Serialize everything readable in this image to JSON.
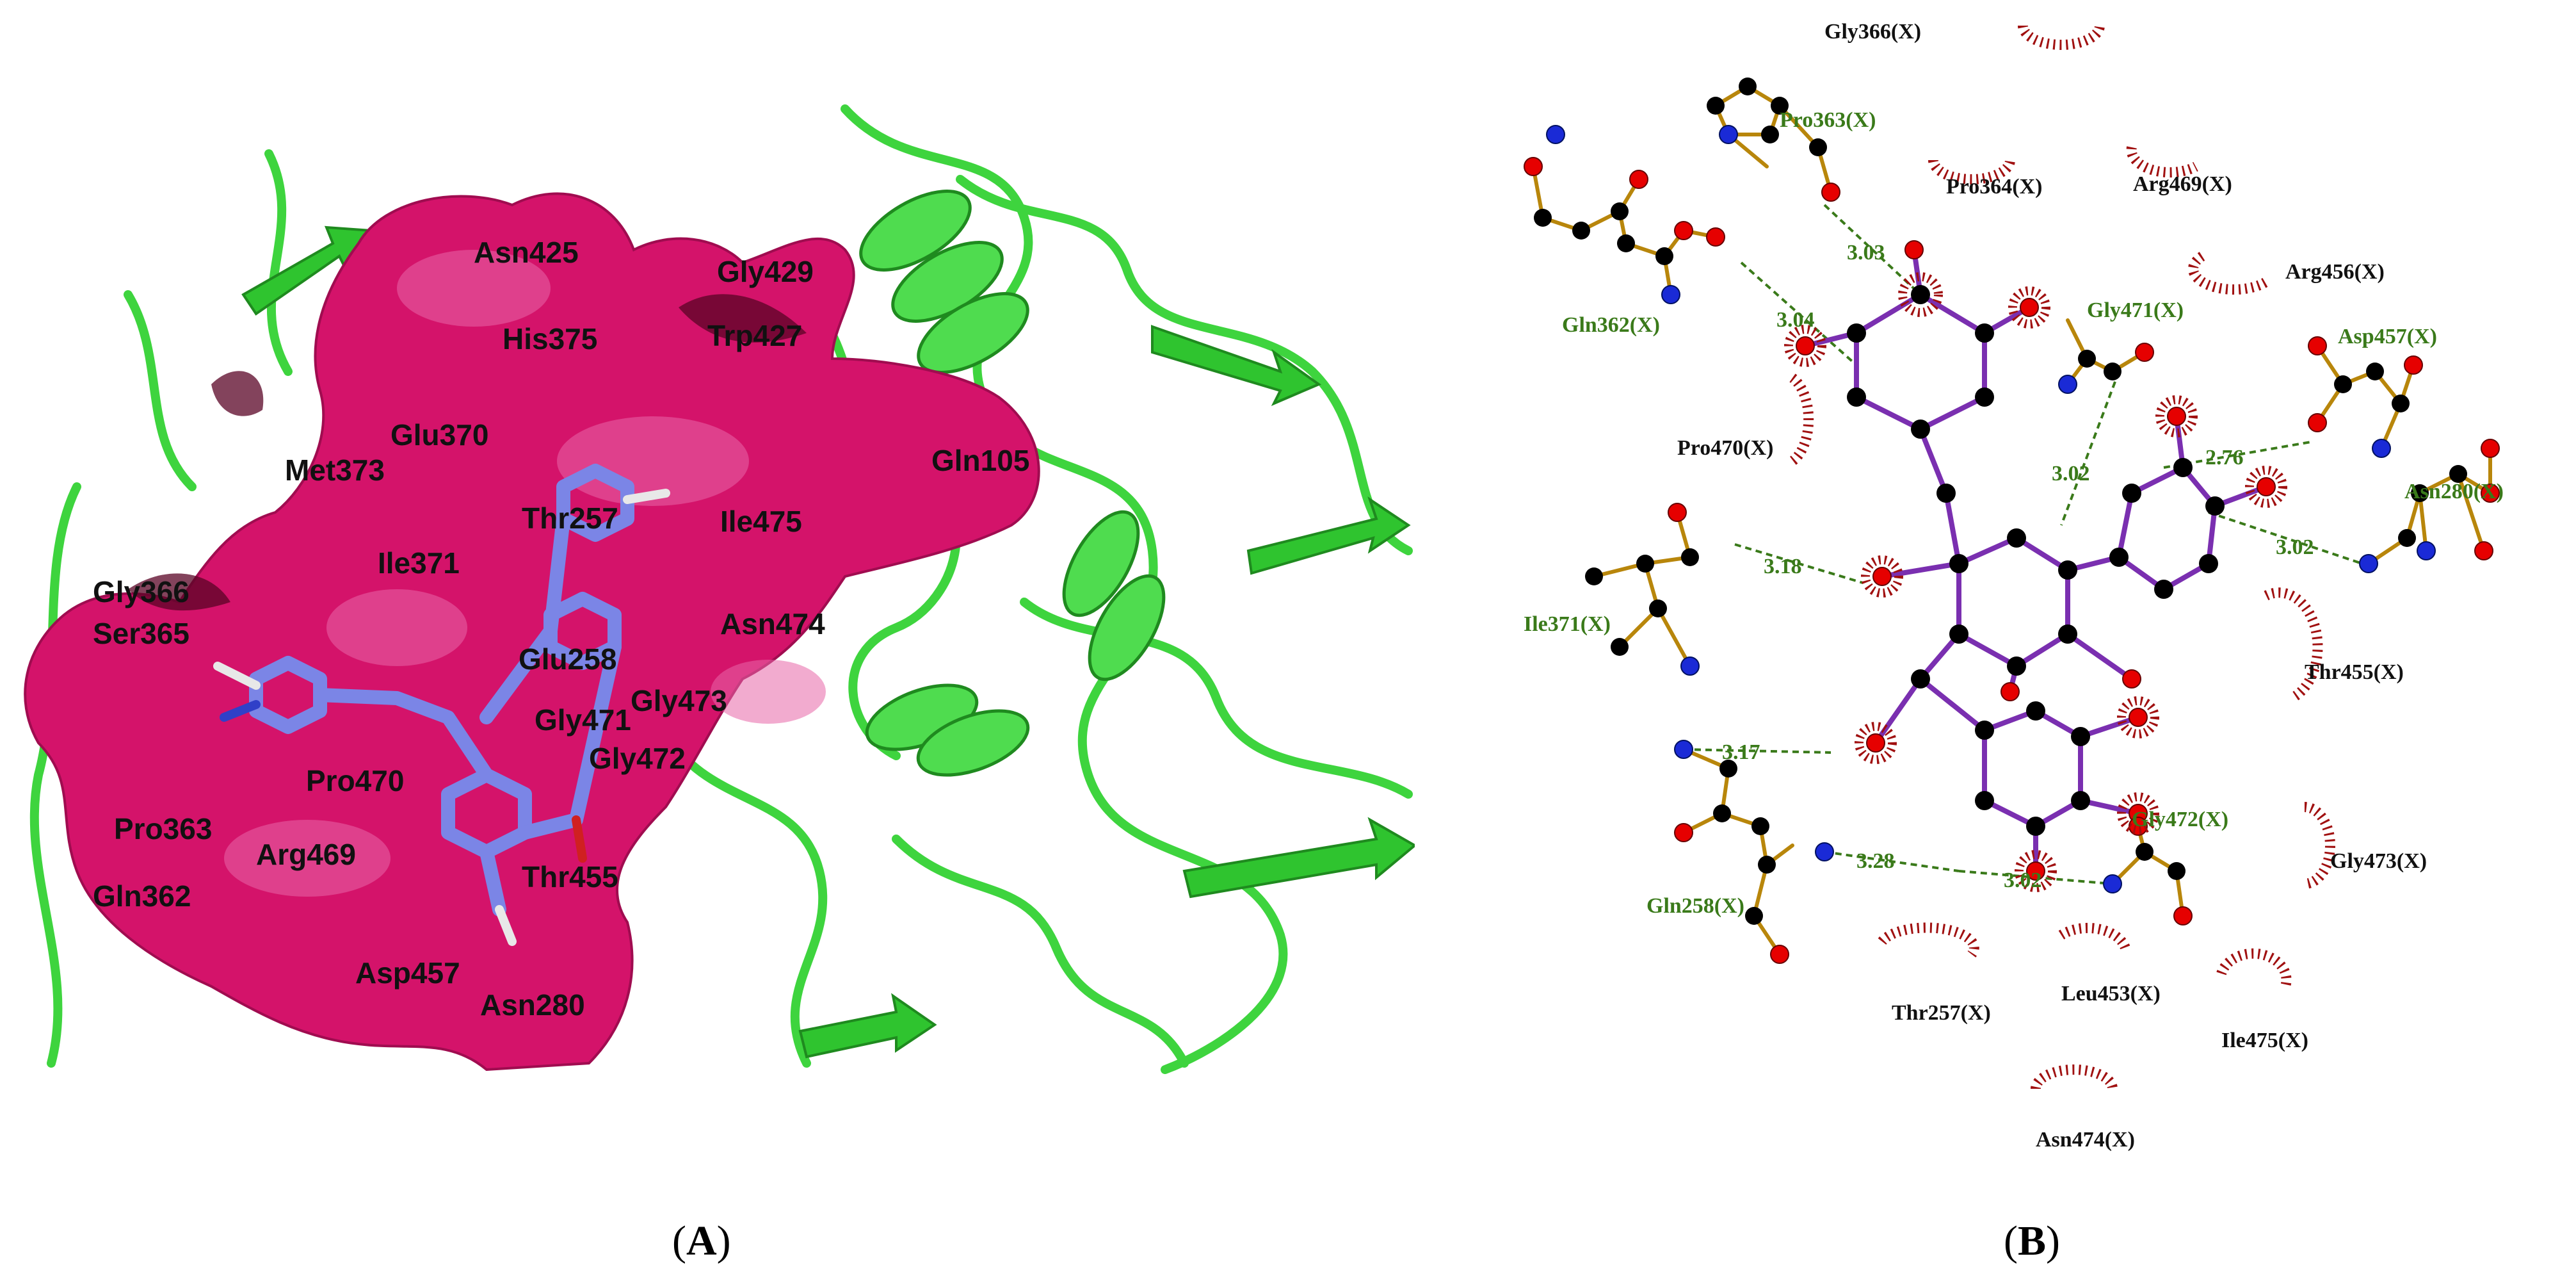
{
  "panel_a": {
    "residue_labels": [
      {
        "id": "asn425",
        "text": "Asn425"
      },
      {
        "id": "gly429",
        "text": "Gly429"
      },
      {
        "id": "his375",
        "text": "His375"
      },
      {
        "id": "trp427",
        "text": "Trp427"
      },
      {
        "id": "glu370",
        "text": "Glu370"
      },
      {
        "id": "met373",
        "text": "Met373"
      },
      {
        "id": "gln105",
        "text": "Gln105"
      },
      {
        "id": "thr257",
        "text": "Thr257"
      },
      {
        "id": "ile475",
        "text": "Ile475"
      },
      {
        "id": "ile371",
        "text": "Ile371"
      },
      {
        "id": "gly366",
        "text": "Gly366"
      },
      {
        "id": "ser365",
        "text": "Ser365"
      },
      {
        "id": "asn474",
        "text": "Asn474"
      },
      {
        "id": "glu258",
        "text": "Glu258"
      },
      {
        "id": "gly473",
        "text": "Gly473"
      },
      {
        "id": "gly471",
        "text": "Gly471"
      },
      {
        "id": "gly472",
        "text": "Gly472"
      },
      {
        "id": "pro470",
        "text": "Pro470"
      },
      {
        "id": "pro363",
        "text": "Pro363"
      },
      {
        "id": "arg469",
        "text": "Arg469"
      },
      {
        "id": "thr455",
        "text": "Thr455"
      },
      {
        "id": "gln362",
        "text": "Gln362"
      },
      {
        "id": "asp457",
        "text": "Asp457"
      },
      {
        "id": "asn280",
        "text": "Asn280"
      }
    ]
  },
  "panel_b": {
    "hbond_residues": [
      {
        "id": "pro363",
        "text": "Pro363(X)"
      },
      {
        "id": "gln362",
        "text": "Gln362(X)"
      },
      {
        "id": "gly471",
        "text": "Gly471(X)"
      },
      {
        "id": "asp457",
        "text": "Asp457(X)"
      },
      {
        "id": "asn280",
        "text": "Asn280(X)"
      },
      {
        "id": "ile371",
        "text": "Ile371(X)"
      },
      {
        "id": "gly472",
        "text": "Gly472(X)"
      },
      {
        "id": "gln258",
        "text": "Gln258(X)"
      }
    ],
    "hydrophobic_residues": [
      {
        "id": "gly366",
        "text": "Gly366(X)"
      },
      {
        "id": "pro364",
        "text": "Pro364(X)"
      },
      {
        "id": "arg469",
        "text": "Arg469(X)"
      },
      {
        "id": "arg456",
        "text": "Arg456(X)"
      },
      {
        "id": "pro470",
        "text": "Pro470(X)"
      },
      {
        "id": "thr455",
        "text": "Thr455(X)"
      },
      {
        "id": "gly473",
        "text": "Gly473(X)"
      },
      {
        "id": "thr257",
        "text": "Thr257(X)"
      },
      {
        "id": "leu453",
        "text": "Leu453(X)"
      },
      {
        "id": "ile475",
        "text": "Ile475(X)"
      },
      {
        "id": "asn474",
        "text": "Asn474(X)"
      }
    ],
    "hbond_distances": [
      {
        "id": "d-pro363",
        "text": "3.03"
      },
      {
        "id": "d-gln362",
        "text": "3.04"
      },
      {
        "id": "d-gly471",
        "text": "3.02"
      },
      {
        "id": "d-asp457",
        "text": "2.76"
      },
      {
        "id": "d-asn280",
        "text": "3.02"
      },
      {
        "id": "d-ile371",
        "text": "3.18"
      },
      {
        "id": "d-gln258a",
        "text": "3.17"
      },
      {
        "id": "d-gln258b",
        "text": "3.28"
      },
      {
        "id": "d-gly472",
        "text": "3.02"
      }
    ]
  },
  "captions": {
    "a": {
      "open": "(",
      "letter": "A",
      "close": ")"
    },
    "b": {
      "open": "(",
      "letter": "B",
      "close": ")"
    }
  },
  "colors": {
    "surface": "#d4136a",
    "ribbon": "#3ed43e",
    "ligand": "#7b85e6",
    "bond_ligand": "#7a2fb0",
    "bond_residue": "#b8860b",
    "carbon": "#000000",
    "oxygen": "#e60000",
    "nitrogen": "#1a2ad6",
    "hbond": "#3a7a1a",
    "hydrophobic": "#a01010"
  }
}
